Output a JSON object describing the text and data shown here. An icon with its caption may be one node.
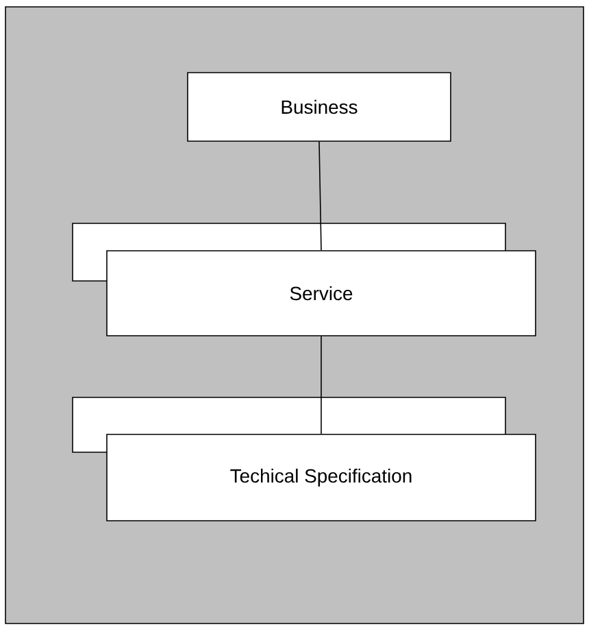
{
  "diagram": {
    "nodes": [
      {
        "text": [
          "Business"
        ]
      },
      {
        "text": [
          "Service"
        ]
      },
      {
        "text": [
          "Techical Specification"
        ]
      }
    ],
    "edges": [
      {
        "from": 0,
        "to": 1,
        "arrow": "none"
      },
      {
        "from": 1,
        "to": 2,
        "arrow": "none"
      }
    ]
  }
}
